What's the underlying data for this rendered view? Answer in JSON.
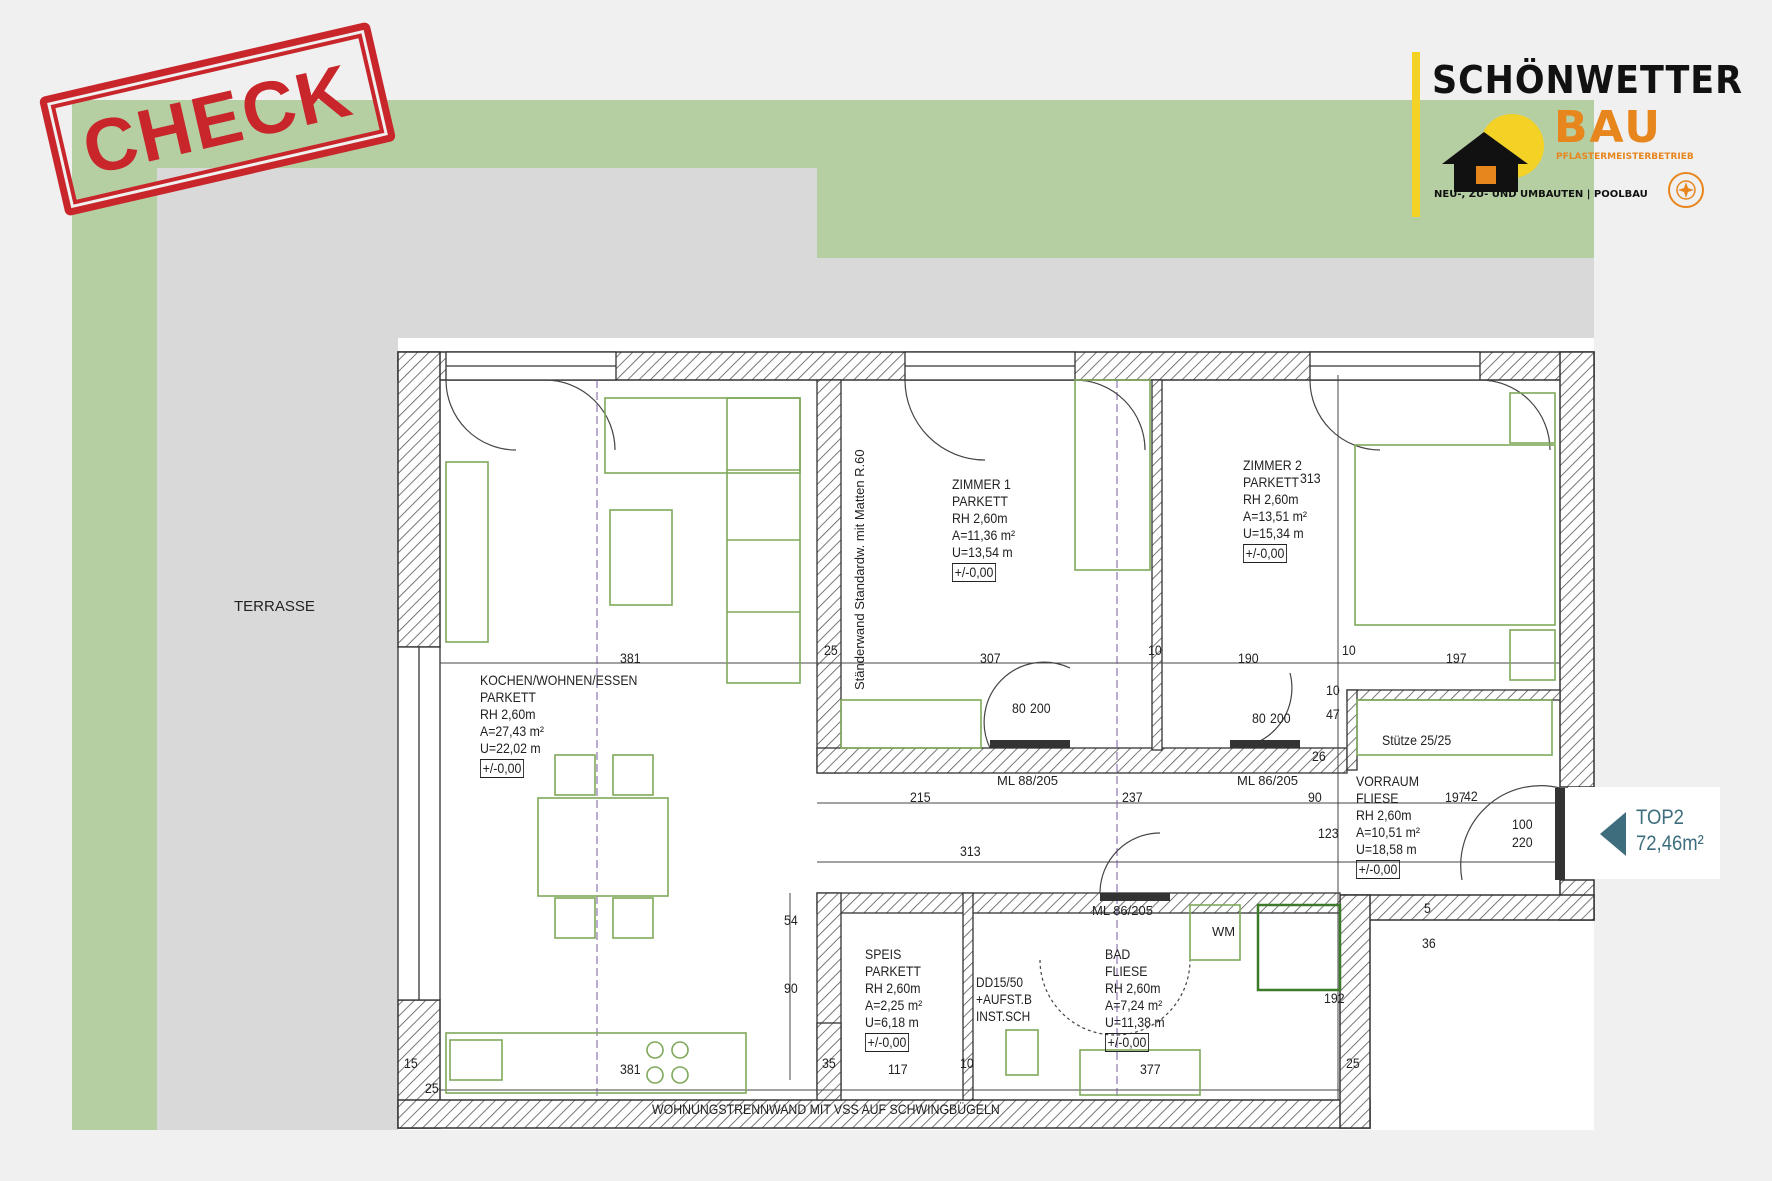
{
  "stamp": {
    "text": "CHECK"
  },
  "logo": {
    "name": "SCHÖNWETTER",
    "bau": "BAU",
    "subline": "PFLASTERMEISTERBETRIEB",
    "tagline": "NEU-, ZU- UND UMBAUTEN | POOLBAU",
    "icon": "house-sun-icon",
    "seal_icon": "meister-seal-icon"
  },
  "unit": {
    "label": "TOP2",
    "area": "72,46m²"
  },
  "terrace": {
    "label": "TERRASSE"
  },
  "wall_note": "WOHNUNGSTRENNWAND MIT VSS AUF SCHWINGBÜGELN",
  "partition_note": "Ständerwand Standardw. mit Matten R.60",
  "column_note": "Stütze 25/25",
  "rooms": [
    {
      "id": "kochen",
      "lines": [
        "KOCHEN/WOHNEN/ESSEN",
        "PARKETT",
        "RH 2,60m",
        "A=27,43 m²",
        "U=22,02 m"
      ],
      "level": "+/-0,00"
    },
    {
      "id": "zimmer1",
      "lines": [
        "ZIMMER 1",
        "PARKETT",
        "RH 2,60m",
        "A=11,36 m²",
        "U=13,54 m"
      ],
      "level": "+/-0,00"
    },
    {
      "id": "zimmer2",
      "lines": [
        "ZIMMER 2",
        "PARKETT",
        "RH 2,60m",
        "A=13,51 m²",
        "U=15,34 m"
      ],
      "level": "+/-0,00"
    },
    {
      "id": "vorraum",
      "lines": [
        "VORRAUM",
        "FLIESE",
        "RH 2,60m",
        "A=10,51 m²",
        "U=18,58 m"
      ],
      "level": "+/-0,00"
    },
    {
      "id": "speis",
      "lines": [
        "SPEIS",
        "PARKETT",
        "RH 2,60m",
        "A=2,25 m²",
        "U=6,18 m"
      ],
      "level": "+/-0,00"
    },
    {
      "id": "bad",
      "lines": [
        "BAD",
        "FLIESE",
        "RH 2,60m",
        "A=7,24 m²",
        "U=11,38 m"
      ],
      "level": "+/-0,00"
    }
  ],
  "bath_extra": [
    "DD15/50",
    "+AUFST.B",
    "INST.SCH"
  ],
  "doors": [
    {
      "label": "ML 88/205"
    },
    {
      "label": "ML 86/205"
    },
    {
      "label": "ML 86/205"
    }
  ],
  "dims": [
    "381",
    "25",
    "307",
    "10",
    "190",
    "10",
    "197",
    "215",
    "237",
    "90",
    "197",
    "313",
    "123",
    "313",
    "54",
    "90",
    "381",
    "35",
    "117",
    "10",
    "377",
    "25",
    "80",
    "200",
    "80",
    "200",
    "100",
    "220",
    "15",
    "25",
    "10",
    "47",
    "26",
    "42",
    "5",
    "36",
    "192"
  ],
  "fixtures": {
    "washer": "WM"
  },
  "colors": {
    "green": "#b5cfa3",
    "grey": "#d9d9d9",
    "stamp": "#c8262b",
    "logo_orange": "#e8861e",
    "logo_yellow": "#f3d225",
    "badge_text": "#3e6e7e",
    "furniture": "#7fa85a"
  }
}
